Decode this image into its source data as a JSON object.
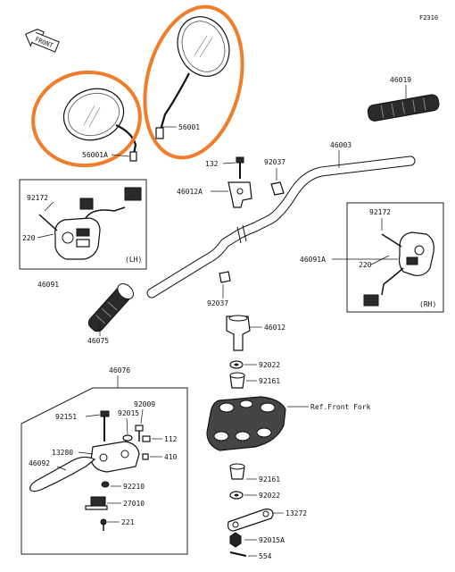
{
  "diagram_code": "F2310",
  "front_marker": "FRONT",
  "highlight_color": "#f07d2a",
  "labels": {
    "p56001": "56001",
    "p56001A": "56001A",
    "p46019": "46019",
    "p46003": "46003",
    "p132": "132",
    "p92037_top": "92037",
    "p46012A": "46012A",
    "p92172_lh": "92172",
    "p220_lh": "220",
    "lh_tag": "(LH)",
    "p46091": "46091",
    "p92172_rh": "92172",
    "p46091A": "46091A",
    "p220_rh": "220",
    "rh_tag": "(RH)",
    "p92037_mid": "92037",
    "p46012": "46012",
    "p46075": "46075",
    "p46076": "46076",
    "p92022_top": "92022",
    "p92161_top": "92161",
    "ref_front_fork": "Ref.Front Fork",
    "p92009": "92009",
    "p92151": "92151",
    "p92015": "92015",
    "p112": "112",
    "p13280": "13280",
    "p410": "410",
    "p46092": "46092",
    "p92210": "92210",
    "p27010": "27010",
    "p221": "221",
    "p92161_bot": "92161",
    "p92022_bot": "92022",
    "p13272": "13272",
    "p92015A": "92015A",
    "p554": "554"
  }
}
